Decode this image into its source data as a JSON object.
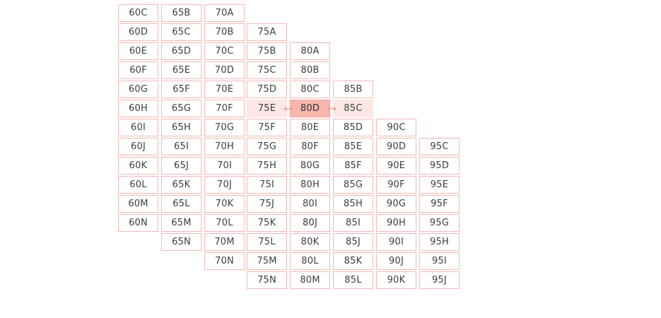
{
  "size_grid": {
    "columns": [
      {
        "band": "60",
        "sizes": [
          "60C",
          "60D",
          "60E",
          "60F",
          "60G",
          "60H",
          "60I",
          "60J",
          "60K",
          "60L",
          "60M",
          "60N"
        ]
      },
      {
        "band": "65",
        "sizes": [
          "65B",
          "65C",
          "65D",
          "65E",
          "65F",
          "65G",
          "65H",
          "65I",
          "65J",
          "65K",
          "65L",
          "65M",
          "65N"
        ]
      },
      {
        "band": "70",
        "sizes": [
          "70A",
          "70B",
          "70C",
          "70D",
          "70E",
          "70F",
          "70G",
          "70H",
          "70I",
          "70J",
          "70K",
          "70L",
          "70M",
          "70N"
        ]
      },
      {
        "band": "75",
        "sizes": [
          "75A",
          "75B",
          "75C",
          "75D",
          "75E",
          "75F",
          "75G",
          "75H",
          "75I",
          "75J",
          "75K",
          "75L",
          "75M",
          "75N"
        ]
      },
      {
        "band": "80",
        "sizes": [
          "80A",
          "80B",
          "80C",
          "80D",
          "80E",
          "80F",
          "80G",
          "80H",
          "80I",
          "80J",
          "80K",
          "80L",
          "80M"
        ]
      },
      {
        "band": "85",
        "sizes": [
          "85B",
          "85C",
          "85D",
          "85E",
          "85F",
          "85G",
          "85H",
          "85I",
          "85J",
          "85K",
          "85L"
        ]
      },
      {
        "band": "90",
        "sizes": [
          "90C",
          "90D",
          "90E",
          "90F",
          "90G",
          "90H",
          "90I",
          "90J",
          "90K"
        ]
      },
      {
        "band": "95",
        "sizes": [
          "95C",
          "95D",
          "95E",
          "95F",
          "95G",
          "95H",
          "95I",
          "95J"
        ]
      }
    ],
    "selected": "80D",
    "sister_sizes": [
      "75E",
      "85C"
    ]
  },
  "colors": {
    "border": "#f3b8b3",
    "selected_fill": "#f7b7ad",
    "neighbor_fill": "#fde7e4",
    "arrow": "#f29f93",
    "text": "#3d3d3d"
  },
  "icons": {
    "sister_left": "double-arrow-icon",
    "sister_right": "double-arrow-icon"
  }
}
